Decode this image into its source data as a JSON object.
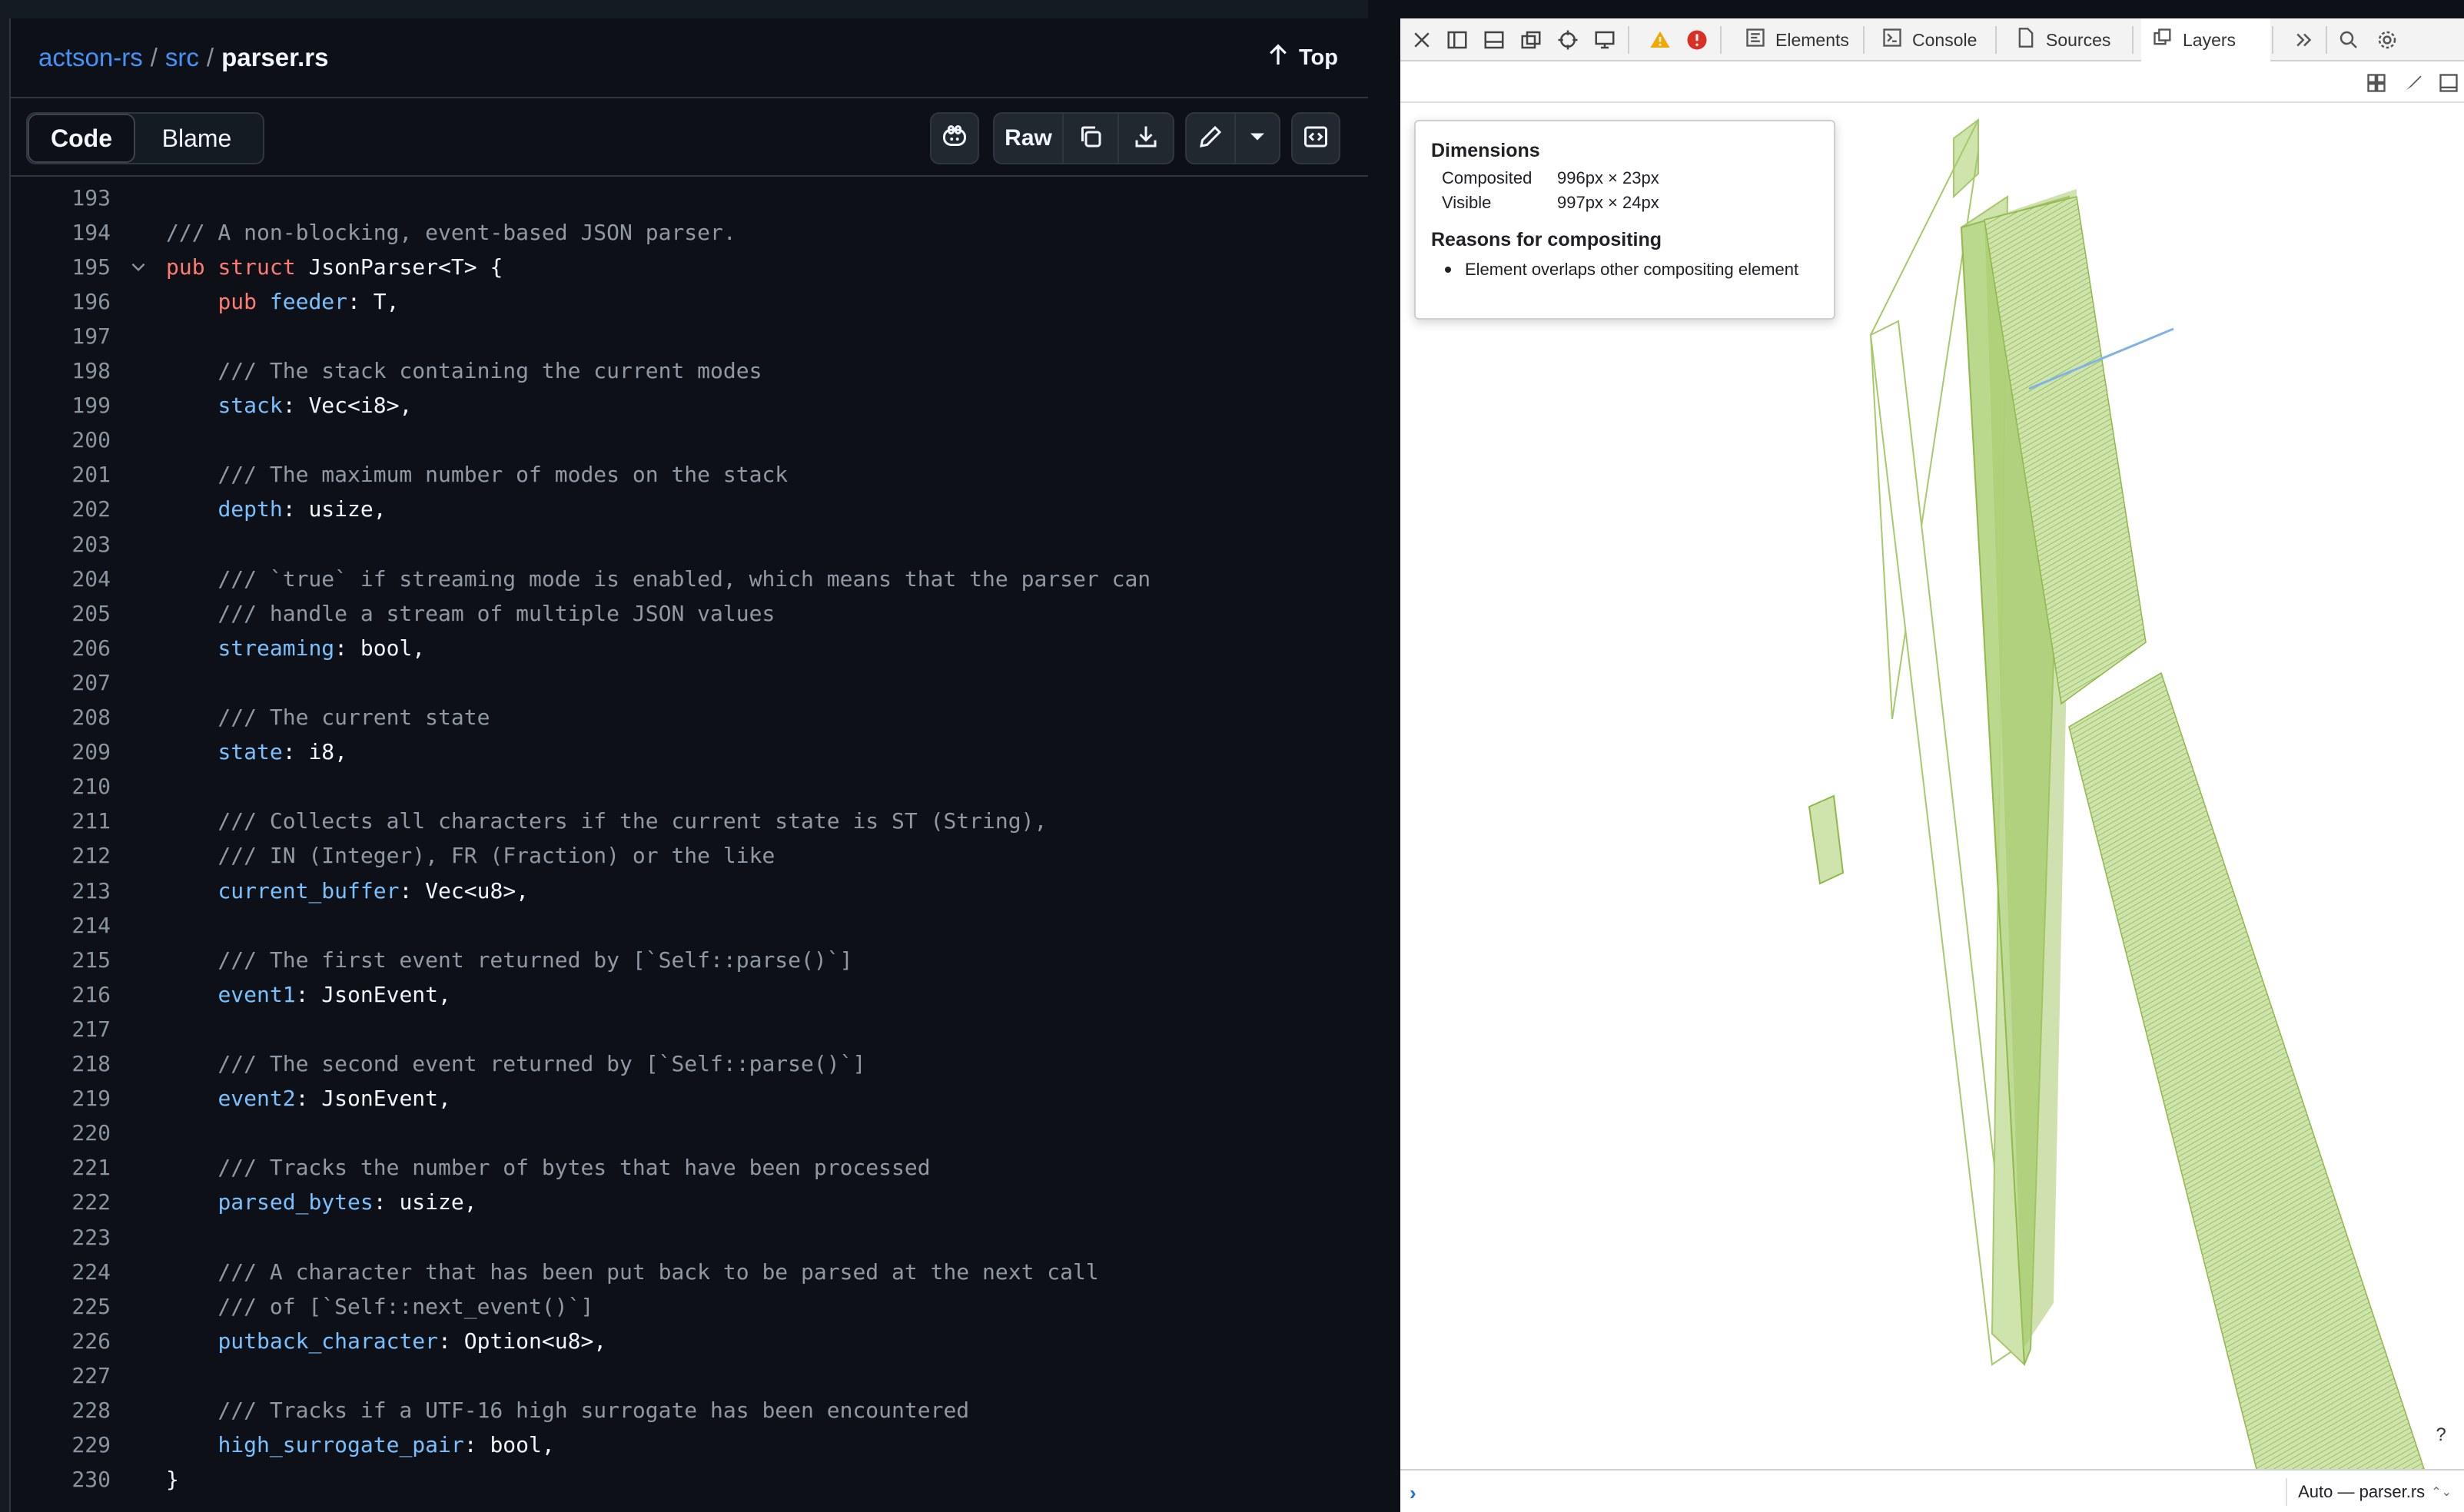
{
  "breadcrumb": {
    "repo": "actson-rs",
    "sep1": "/",
    "dir": "src",
    "sep2": "/",
    "file": "parser.rs"
  },
  "top_button": {
    "label": "Top",
    "icon": "arrow-up-icon"
  },
  "view_tabs": [
    {
      "label": "Code",
      "active": true
    },
    {
      "label": "Blame",
      "active": false
    }
  ],
  "toolbar": {
    "raw_label": "Raw",
    "icons": [
      "copilot-icon",
      "copy-icon",
      "download-icon",
      "pencil-icon",
      "chevron-down-icon",
      "symbols-icon"
    ]
  },
  "code": {
    "lines": [
      {
        "n": "193",
        "tokens": []
      },
      {
        "n": "194",
        "tokens": [
          {
            "t": "/// A non-blocking, event-based JSON parser.",
            "c": "cm"
          }
        ]
      },
      {
        "n": "195",
        "fold": true,
        "tokens": [
          {
            "t": "pub",
            "c": "kw"
          },
          {
            "t": " ",
            "c": "pl"
          },
          {
            "t": "struct",
            "c": "kw"
          },
          {
            "t": " JsonParser<T> {",
            "c": "pl"
          }
        ]
      },
      {
        "n": "196",
        "tokens": [
          {
            "t": "    ",
            "c": "pl"
          },
          {
            "t": "pub",
            "c": "kw"
          },
          {
            "t": " ",
            "c": "pl"
          },
          {
            "t": "feeder",
            "c": "fd"
          },
          {
            "t": ": T,",
            "c": "pl"
          }
        ]
      },
      {
        "n": "197",
        "tokens": []
      },
      {
        "n": "198",
        "tokens": [
          {
            "t": "    /// The stack containing the current modes",
            "c": "cm"
          }
        ]
      },
      {
        "n": "199",
        "tokens": [
          {
            "t": "    ",
            "c": "pl"
          },
          {
            "t": "stack",
            "c": "fd"
          },
          {
            "t": ": Vec<i8>,",
            "c": "pl"
          }
        ]
      },
      {
        "n": "200",
        "tokens": []
      },
      {
        "n": "201",
        "tokens": [
          {
            "t": "    /// The maximum number of modes on the stack",
            "c": "cm"
          }
        ]
      },
      {
        "n": "202",
        "tokens": [
          {
            "t": "    ",
            "c": "pl"
          },
          {
            "t": "depth",
            "c": "fd"
          },
          {
            "t": ": usize,",
            "c": "pl"
          }
        ]
      },
      {
        "n": "203",
        "tokens": []
      },
      {
        "n": "204",
        "tokens": [
          {
            "t": "    /// `true` if streaming mode is enabled, which means that the parser can",
            "c": "cm"
          }
        ]
      },
      {
        "n": "205",
        "tokens": [
          {
            "t": "    /// handle a stream of multiple JSON values",
            "c": "cm"
          }
        ]
      },
      {
        "n": "206",
        "tokens": [
          {
            "t": "    ",
            "c": "pl"
          },
          {
            "t": "streaming",
            "c": "fd"
          },
          {
            "t": ": bool,",
            "c": "pl"
          }
        ]
      },
      {
        "n": "207",
        "tokens": []
      },
      {
        "n": "208",
        "tokens": [
          {
            "t": "    /// The current state",
            "c": "cm"
          }
        ]
      },
      {
        "n": "209",
        "tokens": [
          {
            "t": "    ",
            "c": "pl"
          },
          {
            "t": "state",
            "c": "fd"
          },
          {
            "t": ": i8,",
            "c": "pl"
          }
        ]
      },
      {
        "n": "210",
        "tokens": []
      },
      {
        "n": "211",
        "tokens": [
          {
            "t": "    /// Collects all characters if the current state is ST (String),",
            "c": "cm"
          }
        ]
      },
      {
        "n": "212",
        "tokens": [
          {
            "t": "    /// IN (Integer), FR (Fraction) or the like",
            "c": "cm"
          }
        ]
      },
      {
        "n": "213",
        "tokens": [
          {
            "t": "    ",
            "c": "pl"
          },
          {
            "t": "current_buffer",
            "c": "fd"
          },
          {
            "t": ": Vec<u8>,",
            "c": "pl"
          }
        ]
      },
      {
        "n": "214",
        "tokens": []
      },
      {
        "n": "215",
        "tokens": [
          {
            "t": "    /// The first event returned by [`Self::parse()`]",
            "c": "cm"
          }
        ]
      },
      {
        "n": "216",
        "tokens": [
          {
            "t": "    ",
            "c": "pl"
          },
          {
            "t": "event1",
            "c": "fd"
          },
          {
            "t": ": JsonEvent,",
            "c": "pl"
          }
        ]
      },
      {
        "n": "217",
        "tokens": []
      },
      {
        "n": "218",
        "tokens": [
          {
            "t": "    /// The second event returned by [`Self::parse()`]",
            "c": "cm"
          }
        ]
      },
      {
        "n": "219",
        "tokens": [
          {
            "t": "    ",
            "c": "pl"
          },
          {
            "t": "event2",
            "c": "fd"
          },
          {
            "t": ": JsonEvent,",
            "c": "pl"
          }
        ]
      },
      {
        "n": "220",
        "tokens": []
      },
      {
        "n": "221",
        "tokens": [
          {
            "t": "    /// Tracks the number of bytes that have been processed",
            "c": "cm"
          }
        ]
      },
      {
        "n": "222",
        "tokens": [
          {
            "t": "    ",
            "c": "pl"
          },
          {
            "t": "parsed_bytes",
            "c": "fd"
          },
          {
            "t": ": usize,",
            "c": "pl"
          }
        ]
      },
      {
        "n": "223",
        "tokens": []
      },
      {
        "n": "224",
        "tokens": [
          {
            "t": "    /// A character that has been put back to be parsed at the next call",
            "c": "cm"
          }
        ]
      },
      {
        "n": "225",
        "tokens": [
          {
            "t": "    /// of [`Self::next_event()`]",
            "c": "cm"
          }
        ]
      },
      {
        "n": "226",
        "tokens": [
          {
            "t": "    ",
            "c": "pl"
          },
          {
            "t": "putback_character",
            "c": "fd"
          },
          {
            "t": ": Option<u8>,",
            "c": "pl"
          }
        ]
      },
      {
        "n": "227",
        "tokens": []
      },
      {
        "n": "228",
        "tokens": [
          {
            "t": "    /// Tracks if a UTF-16 high surrogate has been encountered",
            "c": "cm"
          }
        ]
      },
      {
        "n": "229",
        "tokens": [
          {
            "t": "    ",
            "c": "pl"
          },
          {
            "t": "high_surrogate_pair",
            "c": "fd"
          },
          {
            "t": ": bool,",
            "c": "pl"
          }
        ]
      },
      {
        "n": "230",
        "tokens": [
          {
            "t": "}",
            "c": "pl"
          }
        ]
      }
    ]
  },
  "devtools": {
    "tabs": [
      {
        "label": "Elements",
        "icon": "elements-icon",
        "active": false
      },
      {
        "label": "Console",
        "icon": "console-icon",
        "active": false
      },
      {
        "label": "Sources",
        "icon": "file-icon",
        "active": false
      },
      {
        "label": "Layers",
        "icon": "layers-icon",
        "active": true
      }
    ],
    "tooltip": {
      "dimensions_title": "Dimensions",
      "composited_label": "Composited",
      "composited_value": "996px × 23px",
      "visible_label": "Visible",
      "visible_value": "997px × 24px",
      "reasons_title": "Reasons for compositing",
      "reason": "Element overlaps other compositing element"
    },
    "help_label": "?",
    "console_prompt": "›",
    "context_label": "Auto — parser.rs",
    "context_arrows": "⌃⌄"
  },
  "colors": {
    "comment": "#9198a1",
    "keyword": "#ff7b72",
    "field": "#79c0ff",
    "link": "#4493f8",
    "layer_fill": "#a7c96b",
    "layer_stroke": "#8fb84a"
  }
}
